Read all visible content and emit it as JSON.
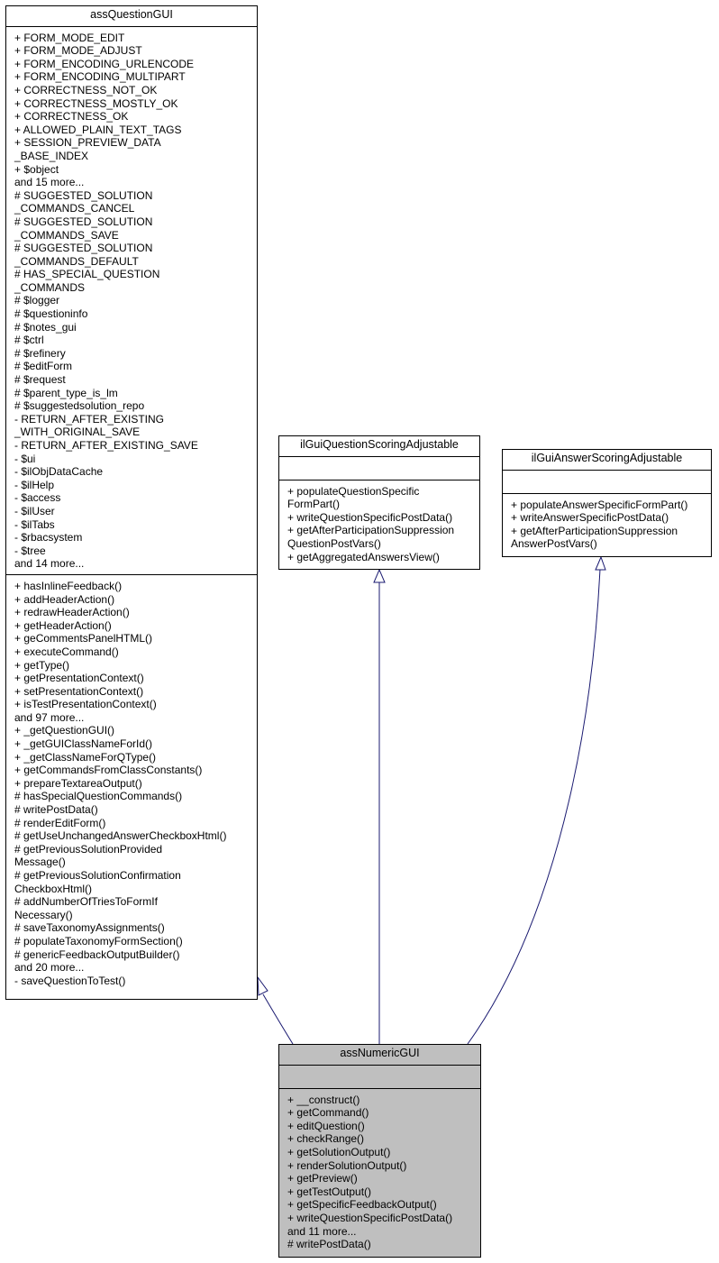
{
  "classes": {
    "base": {
      "name": "assQuestionGUI",
      "attributes": [
        "+ FORM_MODE_EDIT",
        "+ FORM_MODE_ADJUST",
        "+ FORM_ENCODING_URLENCODE",
        "+ FORM_ENCODING_MULTIPART",
        "+ CORRECTNESS_NOT_OK",
        "+ CORRECTNESS_MOSTLY_OK",
        "+ CORRECTNESS_OK",
        "+ ALLOWED_PLAIN_TEXT_TAGS",
        "+ SESSION_PREVIEW_DATA",
        "_BASE_INDEX",
        "+ $object",
        "and 15 more...",
        "# SUGGESTED_SOLUTION",
        "_COMMANDS_CANCEL",
        "# SUGGESTED_SOLUTION",
        "_COMMANDS_SAVE",
        "# SUGGESTED_SOLUTION",
        "_COMMANDS_DEFAULT",
        "# HAS_SPECIAL_QUESTION",
        "_COMMANDS",
        "# $logger",
        "# $questioninfo",
        "# $notes_gui",
        "# $ctrl",
        "# $refinery",
        "# $editForm",
        "# $request",
        "# $parent_type_is_lm",
        "# $suggestedsolution_repo",
        "- RETURN_AFTER_EXISTING",
        "_WITH_ORIGINAL_SAVE",
        "- RETURN_AFTER_EXISTING_SAVE",
        "- $ui",
        "- $ilObjDataCache",
        "- $ilHelp",
        "- $access",
        "- $ilUser",
        "- $ilTabs",
        "- $rbacsystem",
        "- $tree",
        "and 14 more..."
      ],
      "methods": [
        "+ hasInlineFeedback()",
        "+ addHeaderAction()",
        "+ redrawHeaderAction()",
        "+ getHeaderAction()",
        "+ geCommentsPanelHTML()",
        "+ executeCommand()",
        "+ getType()",
        "+ getPresentationContext()",
        "+ setPresentationContext()",
        "+ isTestPresentationContext()",
        "and 97 more...",
        "+ _getQuestionGUI()",
        "+ _getGUIClassNameForId()",
        "+ _getClassNameForQType()",
        "+ getCommandsFromClassConstants()",
        "+ prepareTextareaOutput()",
        "# hasSpecialQuestionCommands()",
        "# writePostData()",
        "# renderEditForm()",
        "# getUseUnchangedAnswerCheckboxHtml()",
        "# getPreviousSolutionProvided",
        "Message()",
        "# getPreviousSolutionConfirmation",
        "CheckboxHtml()",
        "# addNumberOfTriesToFormIf",
        "Necessary()",
        "# saveTaxonomyAssignments()",
        "# populateTaxonomyFormSection()",
        "# genericFeedbackOutputBuilder()",
        "and 20 more...",
        "- saveQuestionToTest()"
      ]
    },
    "question_iface": {
      "name": "ilGuiQuestionScoringAdjustable",
      "methods": [
        "+ populateQuestionSpecific",
        "FormPart()",
        "+ writeQuestionSpecificPostData()",
        "+ getAfterParticipationSuppression",
        "QuestionPostVars()",
        "+ getAggregatedAnswersView()"
      ]
    },
    "answer_iface": {
      "name": "ilGuiAnswerScoringAdjustable",
      "methods": [
        "+ populateAnswerSpecificFormPart()",
        "+ writeAnswerSpecificPostData()",
        "+ getAfterParticipationSuppression",
        "AnswerPostVars()"
      ]
    },
    "derived": {
      "name": "assNumericGUI",
      "methods": [
        "+ __construct()",
        "+ getCommand()",
        "+ editQuestion()",
        "+ checkRange()",
        "+ getSolutionOutput()",
        "+ renderSolutionOutput()",
        "+ getPreview()",
        "+ getTestOutput()",
        "+ getSpecificFeedbackOutput()",
        "+ writeQuestionSpecificPostData()",
        "and 11 more...",
        "# writePostData()"
      ]
    }
  },
  "colors": {
    "edge": "#191970",
    "highlight_fill": "#bfbfbf",
    "border": "#000000"
  }
}
